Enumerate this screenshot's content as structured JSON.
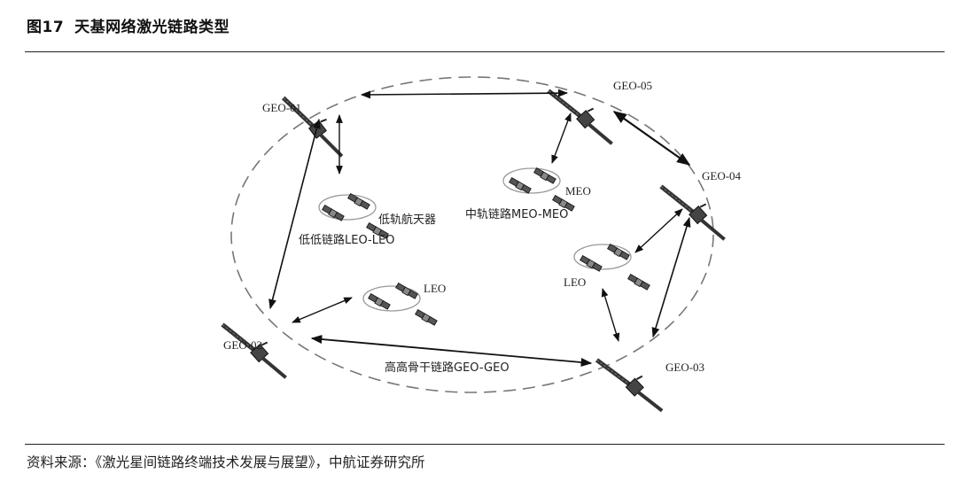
{
  "figure": {
    "number": "图17",
    "title": "天基网络激光链路类型"
  },
  "nodes": {
    "geo01": "GEO-01",
    "geo02": "GEO-02",
    "geo03": "GEO-03",
    "geo04": "GEO-04",
    "geo05": "GEO-05"
  },
  "labels": {
    "leo_spacecraft": "低轨航天器",
    "leo_link": "低低链路LEO-LEO",
    "meo": "MEO",
    "meo_link": "中轨链路MEO-MEO",
    "leo_center": "LEO",
    "leo_right": "LEO",
    "geo_link": "高高骨干链路GEO-GEO"
  },
  "source": "资料来源：《激光星间链路终端技术发展与展望》，中航证券研究所"
}
